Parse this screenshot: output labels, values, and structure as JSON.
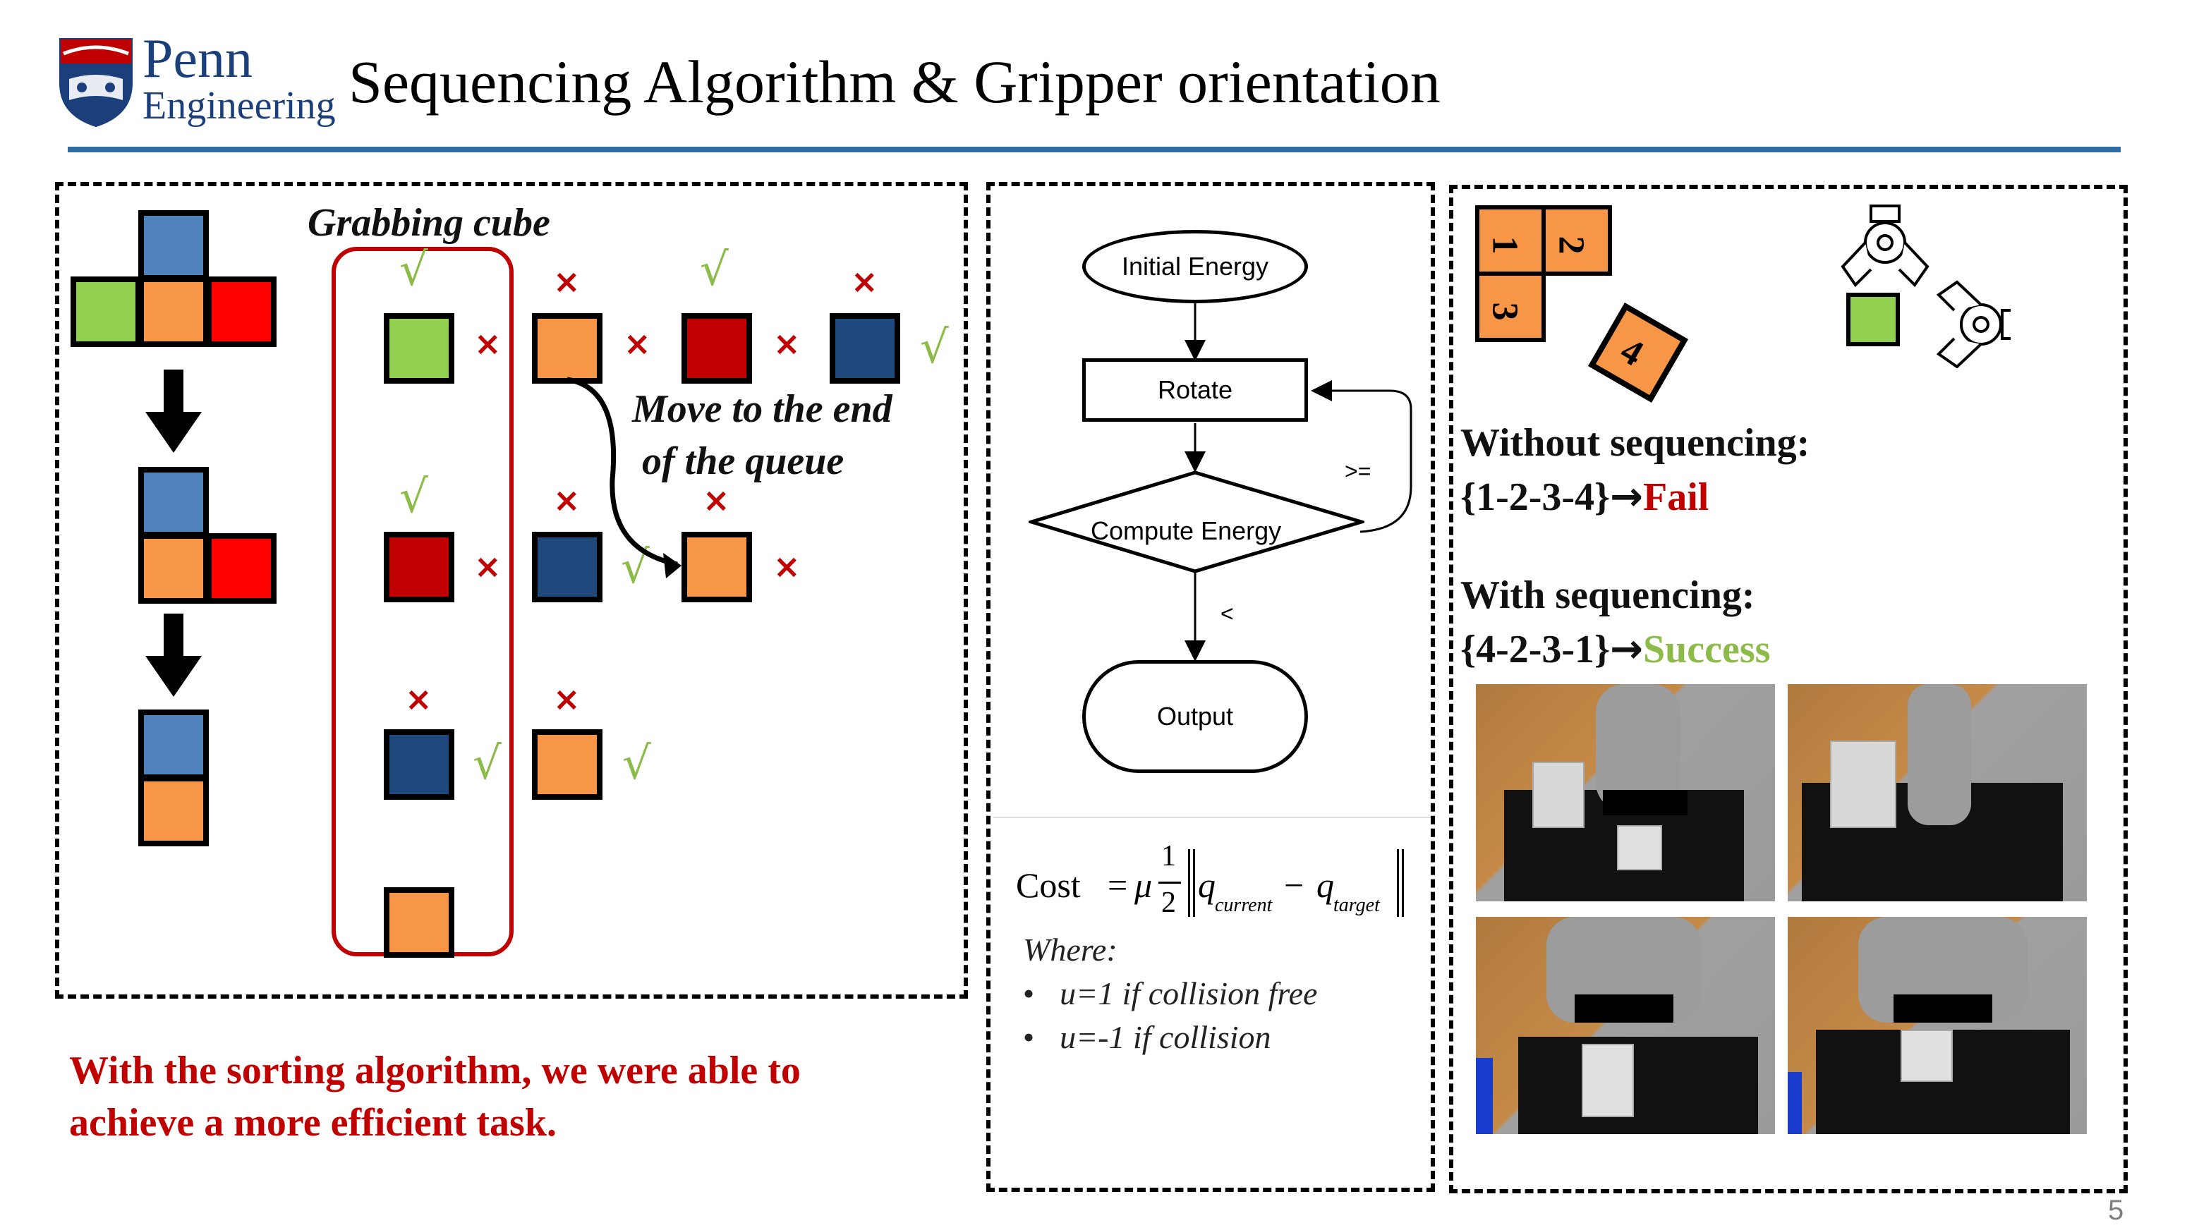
{
  "header": {
    "logo_top": "Penn",
    "logo_bottom": "Engineering",
    "title": "Sequencing Algorithm & Gripper orientation"
  },
  "left_panel": {
    "grabbing_label": "Grabbing cube",
    "move_label_line1": "Move to the end",
    "move_label_line2": "of the queue",
    "fail_mark": "×",
    "ok_mark": "√",
    "colors": {
      "green": "#92d050",
      "orange": "#f79646",
      "red": "#ff0000",
      "darkred": "#c00000",
      "blue": "#4f81bd",
      "navy": "#1f497d"
    }
  },
  "conclusion": {
    "line1": "With the sorting algorithm, we were able to",
    "line2": "achieve a more efficient task."
  },
  "flowchart": {
    "start": "Initial Energy",
    "rotate": "Rotate",
    "compute": "Compute Energy",
    "output": "Output",
    "loop_label": ">=",
    "exit_label": "<"
  },
  "formula": {
    "lhs": "Cost",
    "equals": "=",
    "mu": "μ",
    "frac_num": "1",
    "frac_den": "2",
    "q_current": "current",
    "q_target": "target",
    "minus": "−",
    "q": "q",
    "where": "Where:",
    "bullet1": "u=1 if collision free",
    "bullet2": "u=-1 if collision"
  },
  "right_panel": {
    "blocks": [
      "1",
      "2",
      "3",
      "4"
    ],
    "without_label": "Without sequencing",
    "without_seq": "{1-2-3-4}",
    "without_result": "Fail",
    "with_label": "With sequencing",
    "with_seq": "{4-2-3-1}",
    "with_result": "Success",
    "colon": ":",
    "arrow": "→"
  },
  "page_number": "5"
}
